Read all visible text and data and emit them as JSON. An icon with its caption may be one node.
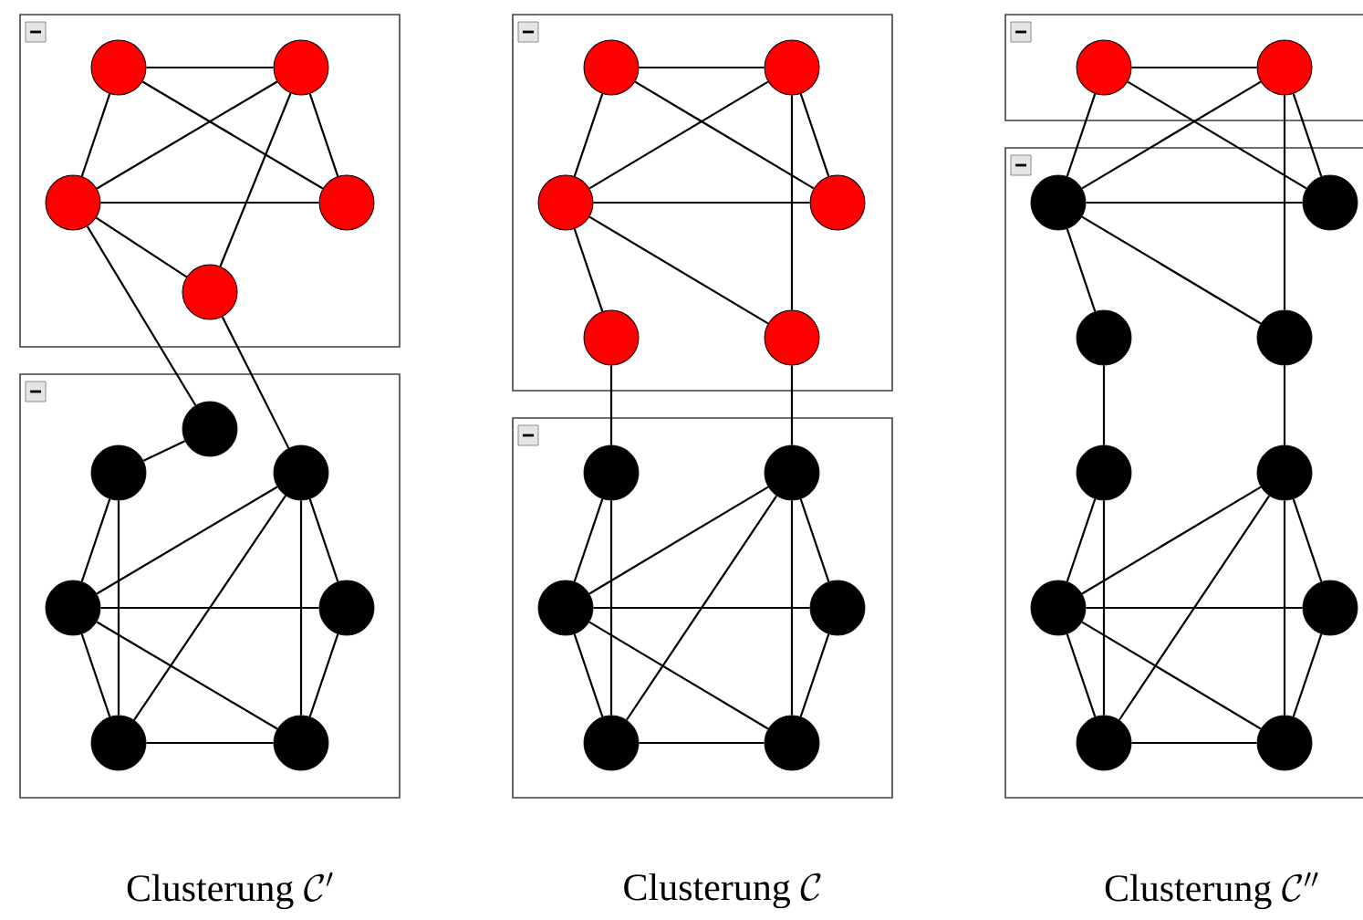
{
  "diagram": {
    "nodes": [
      {
        "text": [],
        "shape": "box"
      },
      {
        "text": [],
        "shape": "circle",
        "in": 0
      },
      {
        "text": [],
        "shape": "circle",
        "in": 0
      },
      {
        "text": [],
        "shape": "circle",
        "in": 0
      },
      {
        "text": [],
        "shape": "circle",
        "in": 0
      },
      {
        "text": [],
        "shape": "circle",
        "in": 0
      },
      {
        "text": [],
        "shape": "box"
      },
      {
        "text": [],
        "shape": "circle",
        "in": 6
      },
      {
        "text": [],
        "shape": "circle",
        "in": 6
      },
      {
        "text": [],
        "shape": "circle",
        "in": 6
      },
      {
        "text": [],
        "shape": "circle",
        "in": 6
      },
      {
        "text": [],
        "shape": "circle",
        "in": 6
      },
      {
        "text": [],
        "shape": "circle",
        "in": 6
      },
      {
        "text": [],
        "shape": "circle",
        "in": 6
      },
      {
        "text": [],
        "shape": "box"
      },
      {
        "text": [],
        "shape": "circle",
        "in": 14
      },
      {
        "text": [],
        "shape": "circle",
        "in": 14
      },
      {
        "text": [],
        "shape": "circle",
        "in": 14
      },
      {
        "text": [],
        "shape": "circle",
        "in": 14
      },
      {
        "text": [],
        "shape": "circle",
        "in": 14
      },
      {
        "text": [],
        "shape": "circle",
        "in": 14
      },
      {
        "text": [],
        "shape": "box"
      },
      {
        "text": [],
        "shape": "circle",
        "in": 21
      },
      {
        "text": [],
        "shape": "circle",
        "in": 21
      },
      {
        "text": [],
        "shape": "circle",
        "in": 21
      },
      {
        "text": [],
        "shape": "circle",
        "in": 21
      },
      {
        "text": [],
        "shape": "circle",
        "in": 21
      },
      {
        "text": [],
        "shape": "circle",
        "in": 21
      },
      {
        "text": [],
        "shape": "box"
      },
      {
        "text": [],
        "shape": "circle",
        "in": 28
      },
      {
        "text": [],
        "shape": "circle",
        "in": 28
      },
      {
        "text": [],
        "shape": "box"
      },
      {
        "text": [],
        "shape": "circle",
        "in": 31
      },
      {
        "text": [],
        "shape": "circle",
        "in": 31
      },
      {
        "text": [],
        "shape": "circle",
        "in": 31
      },
      {
        "text": [],
        "shape": "circle",
        "in": 31
      },
      {
        "text": [],
        "shape": "circle",
        "in": 31
      },
      {
        "text": [],
        "shape": "circle",
        "in": 31
      },
      {
        "text": [],
        "shape": "circle",
        "in": 31
      },
      {
        "text": [],
        "shape": "circle",
        "in": 31
      },
      {
        "text": [],
        "shape": "circle",
        "in": 31
      },
      {
        "text": [],
        "shape": "circle",
        "in": 31
      }
    ],
    "edges": [
      {
        "from": 1,
        "to": 2,
        "arrow": "none"
      },
      {
        "from": 1,
        "to": 3,
        "arrow": "none"
      },
      {
        "from": 1,
        "to": 4,
        "arrow": "none"
      },
      {
        "from": 2,
        "to": 3,
        "arrow": "none"
      },
      {
        "from": 2,
        "to": 4,
        "arrow": "none"
      },
      {
        "from": 2,
        "to": 5,
        "arrow": "none"
      },
      {
        "from": 3,
        "to": 4,
        "arrow": "none"
      },
      {
        "from": 3,
        "to": 5,
        "arrow": "none"
      },
      {
        "from": 3,
        "to": 7,
        "arrow": "none"
      },
      {
        "from": 5,
        "to": 9,
        "arrow": "none"
      },
      {
        "from": 7,
        "to": 8,
        "arrow": "none"
      },
      {
        "from": 8,
        "to": 10,
        "arrow": "none"
      },
      {
        "from": 8,
        "to": 12,
        "arrow": "none"
      },
      {
        "from": 9,
        "to": 10,
        "arrow": "none"
      },
      {
        "from": 9,
        "to": 11,
        "arrow": "none"
      },
      {
        "from": 9,
        "to": 12,
        "arrow": "none"
      },
      {
        "from": 9,
        "to": 13,
        "arrow": "none"
      },
      {
        "from": 10,
        "to": 11,
        "arrow": "none"
      },
      {
        "from": 10,
        "to": 12,
        "arrow": "none"
      },
      {
        "from": 10,
        "to": 13,
        "arrow": "none"
      },
      {
        "from": 11,
        "to": 13,
        "arrow": "none"
      },
      {
        "from": 12,
        "to": 13,
        "arrow": "none"
      },
      {
        "from": 15,
        "to": 16,
        "arrow": "none"
      },
      {
        "from": 15,
        "to": 17,
        "arrow": "none"
      },
      {
        "from": 15,
        "to": 18,
        "arrow": "none"
      },
      {
        "from": 16,
        "to": 17,
        "arrow": "none"
      },
      {
        "from": 16,
        "to": 18,
        "arrow": "none"
      },
      {
        "from": 16,
        "to": 20,
        "arrow": "none"
      },
      {
        "from": 17,
        "to": 18,
        "arrow": "none"
      },
      {
        "from": 17,
        "to": 19,
        "arrow": "none"
      },
      {
        "from": 17,
        "to": 20,
        "arrow": "none"
      },
      {
        "from": 19,
        "to": 22,
        "arrow": "none"
      },
      {
        "from": 20,
        "to": 23,
        "arrow": "none"
      },
      {
        "from": 22,
        "to": 24,
        "arrow": "none"
      },
      {
        "from": 22,
        "to": 26,
        "arrow": "none"
      },
      {
        "from": 23,
        "to": 24,
        "arrow": "none"
      },
      {
        "from": 23,
        "to": 25,
        "arrow": "none"
      },
      {
        "from": 23,
        "to": 26,
        "arrow": "none"
      },
      {
        "from": 23,
        "to": 27,
        "arrow": "none"
      },
      {
        "from": 24,
        "to": 25,
        "arrow": "none"
      },
      {
        "from": 24,
        "to": 26,
        "arrow": "none"
      },
      {
        "from": 24,
        "to": 27,
        "arrow": "none"
      },
      {
        "from": 25,
        "to": 27,
        "arrow": "none"
      },
      {
        "from": 26,
        "to": 27,
        "arrow": "none"
      },
      {
        "from": 29,
        "to": 30,
        "arrow": "none"
      },
      {
        "from": 29,
        "to": 32,
        "arrow": "none"
      },
      {
        "from": 29,
        "to": 33,
        "arrow": "none"
      },
      {
        "from": 30,
        "to": 32,
        "arrow": "none"
      },
      {
        "from": 30,
        "to": 33,
        "arrow": "none"
      },
      {
        "from": 30,
        "to": 35,
        "arrow": "none"
      },
      {
        "from": 32,
        "to": 33,
        "arrow": "none"
      },
      {
        "from": 32,
        "to": 34,
        "arrow": "none"
      },
      {
        "from": 32,
        "to": 35,
        "arrow": "none"
      },
      {
        "from": 34,
        "to": 36,
        "arrow": "none"
      },
      {
        "from": 35,
        "to": 37,
        "arrow": "none"
      },
      {
        "from": 36,
        "to": 38,
        "arrow": "none"
      },
      {
        "from": 36,
        "to": 40,
        "arrow": "none"
      },
      {
        "from": 37,
        "to": 38,
        "arrow": "none"
      },
      {
        "from": 37,
        "to": 39,
        "arrow": "none"
      },
      {
        "from": 37,
        "to": 40,
        "arrow": "none"
      },
      {
        "from": 37,
        "to": 41,
        "arrow": "none"
      },
      {
        "from": 38,
        "to": 39,
        "arrow": "none"
      },
      {
        "from": 38,
        "to": 40,
        "arrow": "none"
      },
      {
        "from": 38,
        "to": 41,
        "arrow": "none"
      },
      {
        "from": 39,
        "to": 41,
        "arrow": "none"
      },
      {
        "from": 40,
        "to": 41,
        "arrow": "none"
      }
    ],
    "labels": [
      "\\mathrm{Clusterung}\\ \\mathcal{C}'",
      "\\mathrm{Clusterung}\\ \\mathcal{C}",
      "\\mathrm{Clusterung}\\ \\mathcal{C}''"
    ]
  }
}
